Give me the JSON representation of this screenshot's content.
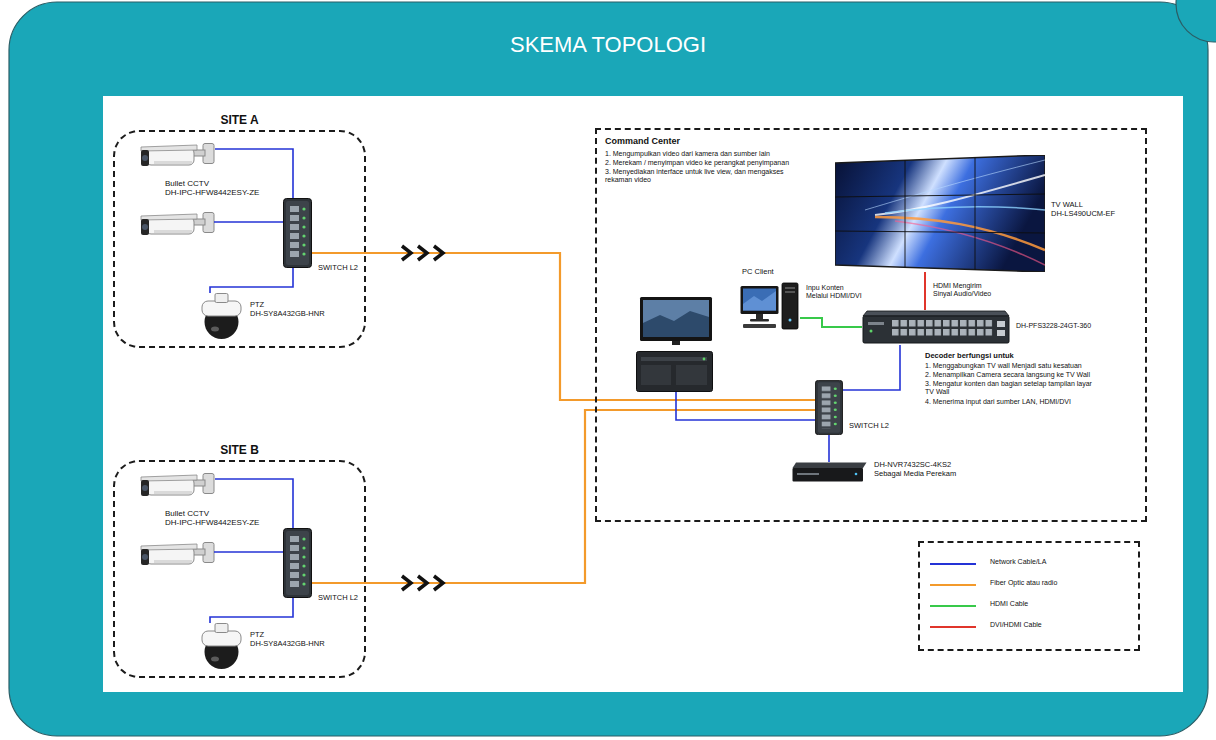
{
  "diagram": {
    "title": "SKEMA TOPOLOGI",
    "nodes": [
      {
        "text": [
          "SITE A"
        ]
      },
      {
        "text": [
          "Bullet CCTV DH-IPC-HFW8442ESY-ZE"
        ],
        "in": 0
      },
      {
        "text": [
          "SWITCH L2"
        ],
        "in": 0
      },
      {
        "text": [
          "PTZ DH-SY8A432GB-HNR"
        ],
        "in": 0
      },
      {
        "text": [
          "Command Center",
          "1. Mengumpulkan video dari kamera dan sumber lain",
          "2. Merekam / menyimpan video ke perangkat penyimpanan",
          "3. Menyediakan interface untuk live view, dan mengakses rekaman video"
        ]
      },
      {
        "text": [
          "TV WALL DH-LS490UCM-EF"
        ],
        "in": 4
      },
      {
        "text": [
          "PC Client",
          "Inpu Konten Melalui HDMI/DVI"
        ],
        "in": 4
      },
      {
        "text": [
          "DH-PFS3228-24GT-360"
        ],
        "in": 4
      },
      {
        "text": [
          "SWITCH L2"
        ],
        "in": 4
      },
      {
        "text": [
          "DH-NVR7432SC-4KS2 Sebagai Media Perekam"
        ],
        "in": 4
      },
      {
        "text": [
          "SITE B"
        ]
      },
      {
        "text": [
          "Bullet CCTV DH-IPC-HFW8442ESY-ZE"
        ],
        "in": 10
      },
      {
        "text": [
          "SWITCH L2"
        ],
        "in": 10
      },
      {
        "text": [
          "PTZ DH-SY8A432GB-HNR"
        ],
        "in": 10
      }
    ],
    "edges": [
      {
        "from": 1,
        "to": 2,
        "arrow": "none"
      },
      {
        "from": 3,
        "to": 2,
        "arrow": "none"
      },
      {
        "from": 2,
        "to": 8,
        "arrow": "none"
      },
      {
        "from": 12,
        "to": 8,
        "arrow": "none"
      },
      {
        "from": 11,
        "to": 12,
        "arrow": "none"
      },
      {
        "from": 13,
        "to": 12,
        "arrow": "none"
      },
      {
        "from": 6,
        "to": 7,
        "arrow": "none"
      },
      {
        "from": 7,
        "to": 5,
        "label": "HDMI Mengirim Sinyal Audio/Video",
        "arrow": "none"
      },
      {
        "from": 7,
        "to": 8,
        "arrow": "none"
      },
      {
        "from": 8,
        "to": 9,
        "arrow": "none"
      }
    ],
    "labels": [
      "Decoder berfungsi untuk",
      "1. Menggabungkan TV wall Menjadi satu kesatuan",
      "2. Menampilkan Camera secara langsung ke TV Wall",
      "3. Mengatur konten dan bagian setelap tampilan layar TV Wall",
      "4. Menerima input dari sumber LAN, HDMI/DVI"
    ],
    "legend": [
      {
        "text": "Network Cable/LA"
      },
      {
        "text": "Fiber Optic atau radio"
      },
      {
        "text": "HDMI Cable"
      },
      {
        "text": "DVI/HDMI Cable"
      }
    ]
  }
}
